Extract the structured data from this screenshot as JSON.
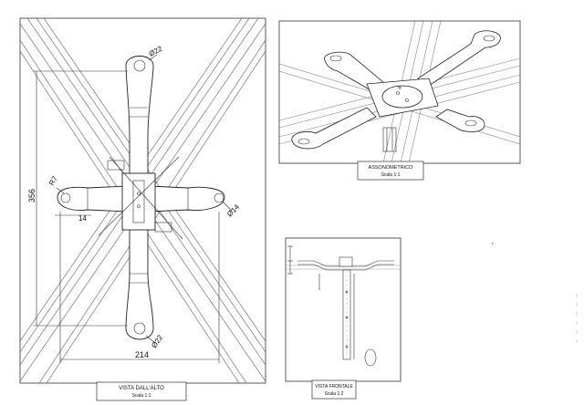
{
  "views": {
    "top": {
      "title": "VISTA DALL'ALTO",
      "scale": "Scala 1:1",
      "dims": {
        "hole_top": "Ø22",
        "hole_bottom": "Ø22",
        "hole_right": "Ø14",
        "radius": "R7",
        "offset": "14",
        "height": "356",
        "width": "214"
      }
    },
    "iso": {
      "title": "ASSONOMETRICO",
      "scale": "Scala 1:1"
    },
    "front": {
      "title": "VISTA FRONTALE",
      "scale": "Scala 1:2"
    }
  },
  "stray_mark": "'"
}
